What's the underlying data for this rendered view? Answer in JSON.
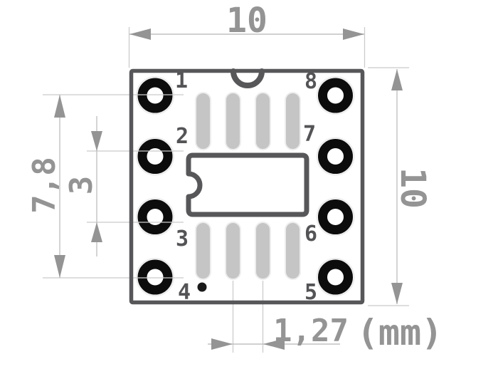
{
  "drawing": {
    "dimensions": {
      "width": "10",
      "height": "10",
      "hole_span": "7,8",
      "pad_gap": "3",
      "pad_pitch": "1,27",
      "units": "(mm)"
    },
    "pins": [
      "1",
      "2",
      "3",
      "4",
      "5",
      "6",
      "7",
      "8"
    ]
  },
  "colors": {
    "dimension_gray": "#949494",
    "outline_dark": "#57575a",
    "pad_gray": "#c5c5c5",
    "hole_black": "#0c0c0c",
    "thin_line": "#cbcbcb",
    "background": "#ffffff"
  }
}
